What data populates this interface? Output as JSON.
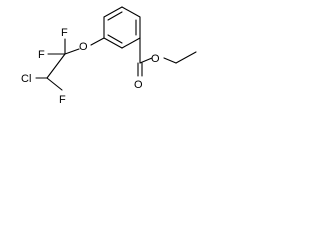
{
  "molecule": {
    "atoms": {
      "f_top": "F",
      "f_left": "F",
      "o_ether": "O",
      "cl": "Cl",
      "f_bottom": "F",
      "o_carbonyl": "O",
      "o_ester": "O"
    }
  }
}
